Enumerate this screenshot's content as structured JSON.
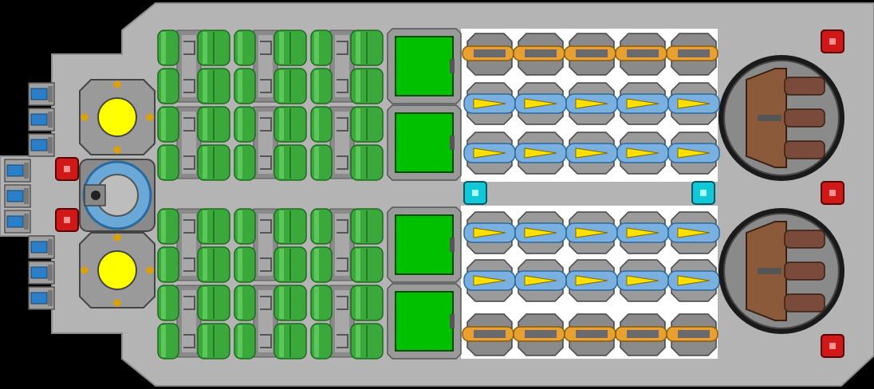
{
  "ship": {
    "hull_color": "#b4b4b4",
    "hull_edge_color": "#8c8c8c",
    "deck_color": "#ffffff",
    "tank_color": "#3aa83a",
    "tank_highlight": "#5cc85c",
    "pipe_color": "#8a8a8a",
    "container_color": "#00c000",
    "thruster_color": "#2a7fc8",
    "reactor_color": "#ffff00",
    "ammo_color": "#ffe000",
    "turret_color": "#8a5a3a",
    "red_block_color": "#d01818",
    "cyan_block_color": "#10c8d8"
  },
  "modules": {
    "thrusters": 10,
    "reactors": 2,
    "gyro": 1,
    "tank_groups": 12,
    "containers": 4,
    "ammo_cannons": 10,
    "missile_launchers": 20,
    "turrets": 2,
    "red_blocks": 5,
    "cyan_blocks": 2
  }
}
